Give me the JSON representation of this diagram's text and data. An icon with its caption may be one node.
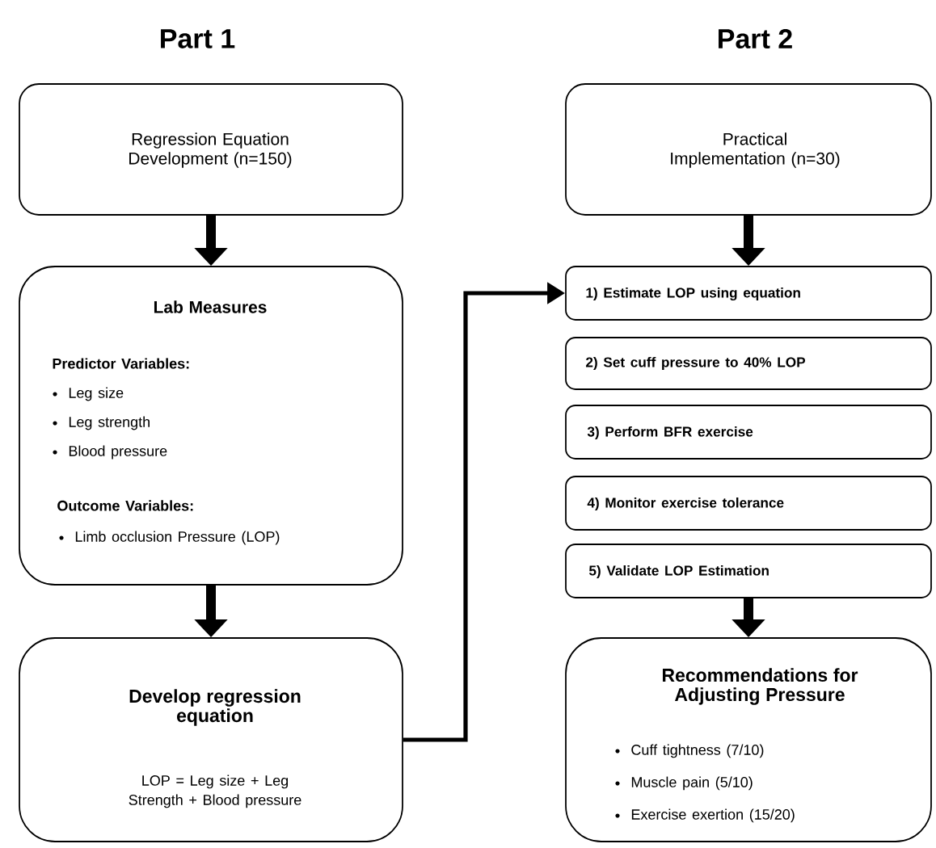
{
  "diagram": {
    "nodes": [
      {
        "text": [
          "Regression Equation Development (n=150)"
        ]
      },
      {
        "text": [
          "Lab Measures",
          "Predictor Variables:",
          "Leg size",
          "Leg strength",
          "Blood pressure",
          "Outcome Variables:",
          "Limb occlusion Pressure (LOP)"
        ]
      },
      {
        "text": [
          "Develop regression equation",
          "LOP = Leg size + Leg Strength + Blood pressure"
        ]
      },
      {
        "text": [
          "Practical Implementation (n=30)"
        ]
      },
      {
        "text": [
          "1) Estimate LOP using equation"
        ]
      },
      {
        "text": [
          "2) Set cuff pressure to 40% LOP"
        ]
      },
      {
        "text": [
          "3) Perform BFR exercise"
        ]
      },
      {
        "text": [
          "4) Monitor exercise tolerance"
        ]
      },
      {
        "text": [
          "5) Validate LOP Estimation"
        ]
      },
      {
        "text": [
          "Recommendations for Adjusting Pressure",
          "Cuff tightness (7/10)",
          "Muscle pain (5/10)",
          "Exercise exertion (15/20)"
        ]
      }
    ],
    "edges": [
      {
        "from": 0,
        "to": 1,
        "arrow": "to"
      },
      {
        "from": 1,
        "to": 2,
        "arrow": "to"
      },
      {
        "from": 2,
        "to": 4,
        "arrow": "to"
      },
      {
        "from": 3,
        "to": 4,
        "arrow": "to"
      },
      {
        "from": 8,
        "to": 9,
        "arrow": "to"
      }
    ],
    "labels": [
      "Part 1",
      "Part 2"
    ]
  }
}
